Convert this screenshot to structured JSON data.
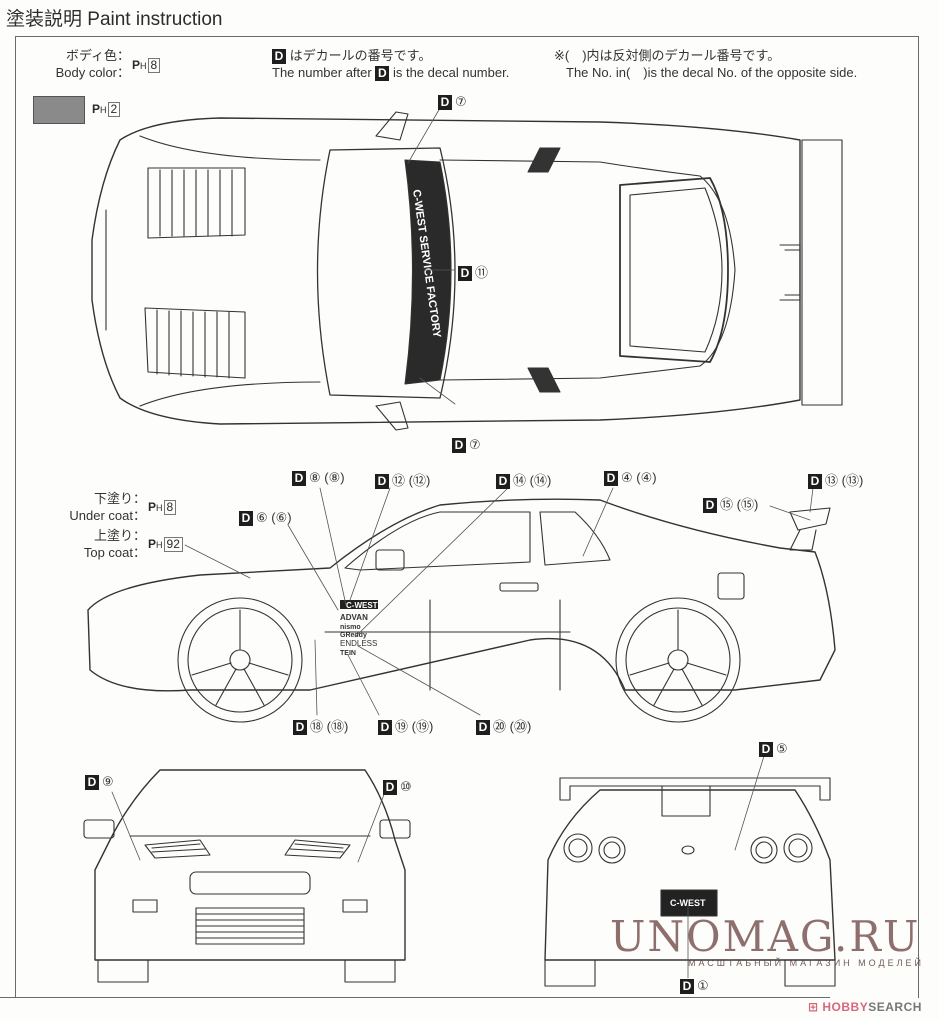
{
  "header": {
    "title": "塗装説明 Paint instruction"
  },
  "body_color": {
    "label_jp": "ボディ色：",
    "label_en": "Body color：",
    "paint_prefix": "P",
    "paint_sub": "H",
    "paint_number": "8"
  },
  "swatch_color": {
    "hex": "#8a8a8a",
    "paint_prefix": "P",
    "paint_sub": "H",
    "paint_number": "2"
  },
  "notes": {
    "decal_jp": "はデカールの番号です。",
    "decal_en_pre": "The number after",
    "decal_en_post": "is the decal number.",
    "opposite_jp": "※(　)内は反対側のデカール番号です。",
    "opposite_en": "The No. in(　)is the decal No. of the opposite side."
  },
  "coats": {
    "under_jp": "下塗り：",
    "under_en": "Under coat：",
    "under_number": "8",
    "top_jp": "上塗り：",
    "top_en": "Top coat：",
    "top_number": "92",
    "paint_prefix": "P",
    "paint_sub": "H"
  },
  "decal_badge": "D",
  "views": {
    "top": {
      "name": "top view",
      "decal_text": "C-WEST SERVICE FACTORY",
      "callouts": [
        {
          "id": "top-7a",
          "number": "⑦"
        },
        {
          "id": "top-11",
          "number": "⑪"
        },
        {
          "id": "top-7b",
          "number": "⑦"
        }
      ]
    },
    "side": {
      "name": "side view",
      "sponsor_logos": [
        "C-WEST",
        "ADVAN",
        "nismo",
        "GReddy",
        "ENDLESS",
        "TEIN"
      ],
      "callouts": [
        {
          "id": "side-8",
          "number": "⑧",
          "opposite": "(⑧)"
        },
        {
          "id": "side-12",
          "number": "⑫",
          "opposite": "(⑫)"
        },
        {
          "id": "side-14",
          "number": "⑭",
          "opposite": "(⑭)"
        },
        {
          "id": "side-4",
          "number": "④",
          "opposite": "(④)"
        },
        {
          "id": "side-13",
          "number": "⑬",
          "opposite": "(⑬)"
        },
        {
          "id": "side-15",
          "number": "⑮",
          "opposite": "(⑮)"
        },
        {
          "id": "side-6",
          "number": "⑥",
          "opposite": "(⑥)"
        },
        {
          "id": "side-18",
          "number": "⑱",
          "opposite": "(⑱)"
        },
        {
          "id": "side-19",
          "number": "⑲",
          "opposite": "(⑲)"
        },
        {
          "id": "side-20",
          "number": "⑳",
          "opposite": "(⑳)"
        }
      ]
    },
    "front": {
      "name": "front view",
      "callouts": [
        {
          "id": "front-9",
          "number": "⑨"
        },
        {
          "id": "front-10",
          "number": "⑩"
        }
      ]
    },
    "rear": {
      "name": "rear view",
      "plate_text": "C-WEST",
      "callouts": [
        {
          "id": "rear-5",
          "number": "⑤"
        },
        {
          "id": "rear-1",
          "number": "①"
        }
      ]
    }
  },
  "watermark": {
    "main": "UNOMAG.RU",
    "sub": "МАСШТАБНЫЙ МАГАЗИН МОДЕЛЕЙ"
  },
  "credit": {
    "brand_a": "⊞ HOBBY",
    "brand_b": "SEARCH"
  }
}
